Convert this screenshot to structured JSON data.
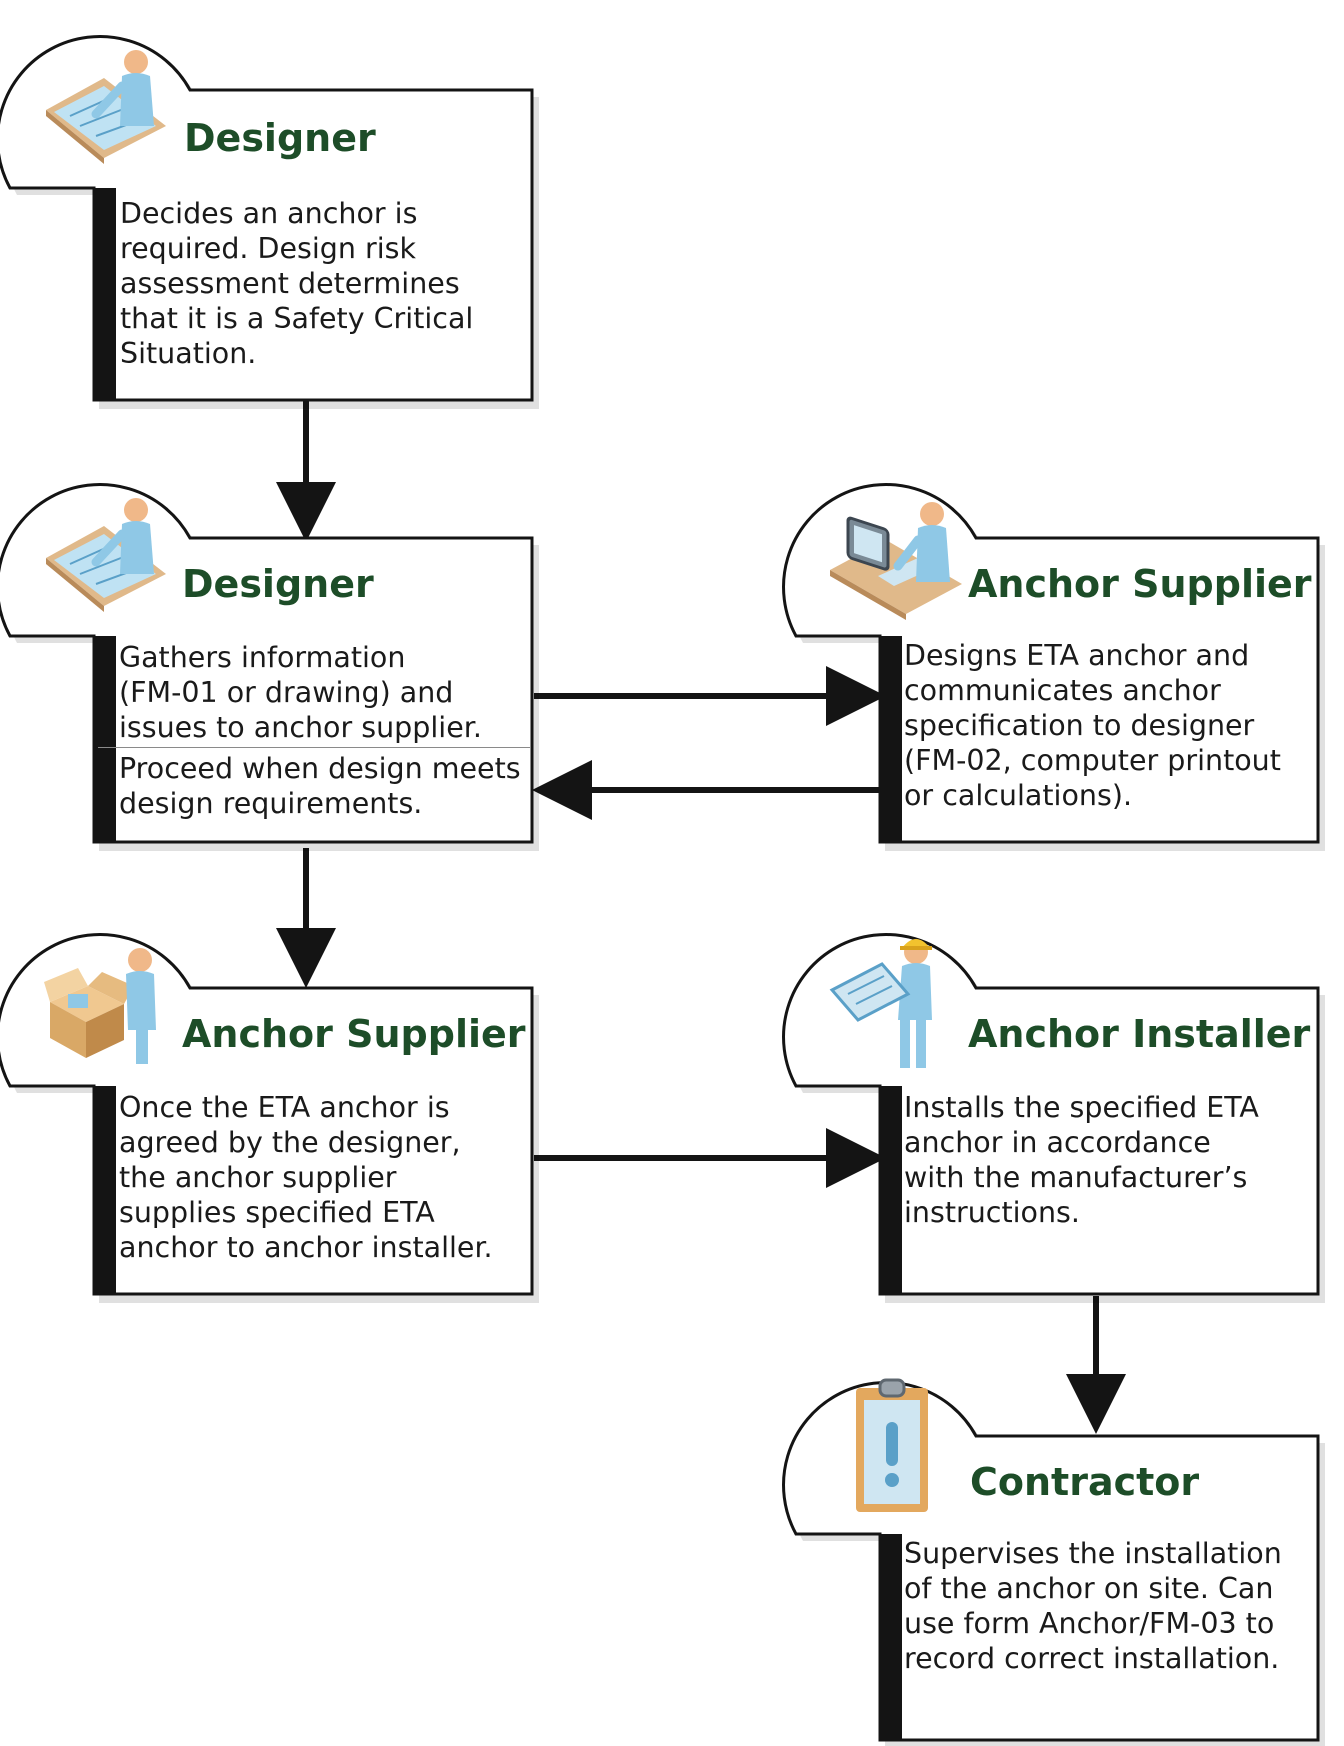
{
  "nodes": {
    "designer_1": {
      "title": "Designer",
      "icon": "designer-at-drafting-table-icon",
      "text": "Decides an anchor is\nrequired. Design risk\nassessment determines\nthat it is a Safety Critical\nSituation."
    },
    "designer_2": {
      "title": "Designer",
      "icon": "designer-at-drafting-table-icon",
      "text": "Gathers  information\n(FM-01 or drawing) and\nissues to anchor supplier.",
      "text_2": "Proceed when design meets\ndesign  requirements."
    },
    "anchor_supplier_1": {
      "title": "Anchor Supplier",
      "icon": "person-at-computer-desk-icon",
      "text": "Designs ETA anchor and\ncommunicates anchor\nspecification to designer\n(FM-02, computer printout\nor calculations)."
    },
    "anchor_supplier_2": {
      "title": "Anchor Supplier",
      "icon": "person-with-open-box-icon",
      "text": "Once the ETA anchor is\nagreed by the designer,\nthe anchor supplier\nsupplies specified ETA\nanchor to anchor installer."
    },
    "anchor_installer": {
      "title": "Anchor Installer",
      "icon": "worker-in-hard-hat-with-plan-icon",
      "text": "Installs the specified ETA\nanchor in accordance\nwith the manufacturer’s\ninstructions."
    },
    "contractor": {
      "title": "Contractor",
      "icon": "clipboard-with-exclamation-icon",
      "text": "Supervises the installation\nof the anchor on site. Can\nuse form Anchor/FM-03 to\nrecord correct installation."
    }
  },
  "edges": [
    {
      "from": "designer_1",
      "to": "designer_2"
    },
    {
      "from": "designer_2",
      "to": "anchor_supplier_1"
    },
    {
      "from": "anchor_supplier_1",
      "to": "designer_2"
    },
    {
      "from": "designer_2",
      "to": "anchor_supplier_2"
    },
    {
      "from": "anchor_supplier_2",
      "to": "anchor_installer"
    },
    {
      "from": "anchor_installer",
      "to": "contractor"
    }
  ],
  "colors": {
    "title": "#1d4d28",
    "text": "#1a1a1a",
    "outline": "#141414",
    "arrow": "#141414",
    "icon_figure": "#8fc8e6",
    "icon_desk": "#e0b98a"
  }
}
